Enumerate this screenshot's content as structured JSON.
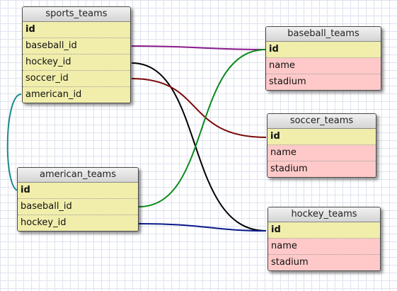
{
  "tables": {
    "sports_teams": {
      "title": "sports_teams",
      "rows": [
        "id",
        "baseball_id",
        "hockey_id",
        "soccer_id",
        "american_id"
      ]
    },
    "american_teams": {
      "title": "american_teams",
      "rows": [
        "id",
        "baseball_id",
        "hockey_id"
      ]
    },
    "baseball_teams": {
      "title": "baseball_teams",
      "rows": [
        "id",
        "name",
        "stadium"
      ]
    },
    "soccer_teams": {
      "title": "soccer_teams",
      "rows": [
        "id",
        "name",
        "stadium"
      ]
    },
    "hockey_teams": {
      "title": "hockey_teams",
      "rows": [
        "id",
        "name",
        "stadium"
      ]
    }
  },
  "relations": [
    {
      "from": "sports_teams.baseball_id",
      "to": "baseball_teams.id",
      "color": "#8b1a8b"
    },
    {
      "from": "sports_teams.hockey_id",
      "to": "hockey_teams.id",
      "color": "#000000"
    },
    {
      "from": "sports_teams.soccer_id",
      "to": "soccer_teams.id",
      "color": "#7a0a0a"
    },
    {
      "from": "sports_teams.american_id",
      "to": "american_teams.id",
      "color": "#1a8a8a"
    },
    {
      "from": "american_teams.baseball_id",
      "to": "baseball_teams.id",
      "color": "#0a8a1a"
    },
    {
      "from": "american_teams.hockey_id",
      "to": "hockey_teams.id",
      "color": "#0a1a8a"
    }
  ]
}
